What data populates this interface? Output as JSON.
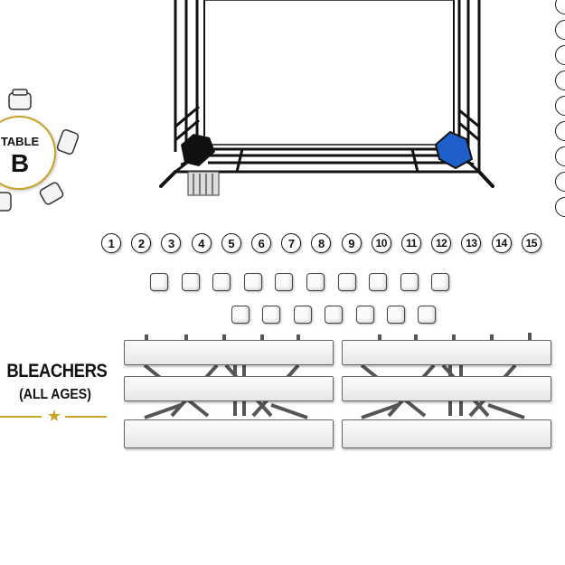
{
  "table": {
    "label": "TABLE",
    "letter": "B"
  },
  "seat_row": {
    "numbers": [
      "1",
      "2",
      "3",
      "4",
      "5",
      "6",
      "7",
      "8",
      "9",
      "10",
      "11",
      "12",
      "13",
      "14",
      "15"
    ]
  },
  "square_seats": {
    "row1_count": 10,
    "row2_count": 7
  },
  "bleachers": {
    "title": "BLEACHERS",
    "subtitle": "(ALL AGES)",
    "star": "★"
  },
  "ring": {
    "corner_colors": {
      "left": "#111111",
      "right": "#1f5fc9"
    }
  },
  "colors": {
    "accent_gold": "#c9a227",
    "ink": "#111111"
  }
}
